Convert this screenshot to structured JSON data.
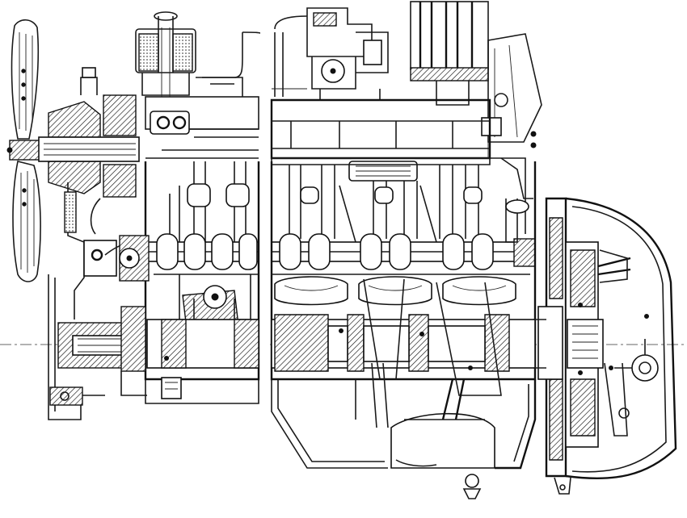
{
  "figure": {
    "kind": "engine-longitudinal-cross-section",
    "style": "black-and-white technical line drawing",
    "colors": {
      "ink": "#111111",
      "paper": "#ffffff"
    },
    "components": [
      "fan",
      "water-pump",
      "oil-filter",
      "carburetor",
      "air-filter",
      "distributor",
      "valve-cover",
      "camshaft",
      "pistons",
      "crankshaft",
      "oil-pan",
      "oil-pump",
      "flywheel",
      "clutch",
      "bell-housing",
      "timing-gears"
    ]
  }
}
